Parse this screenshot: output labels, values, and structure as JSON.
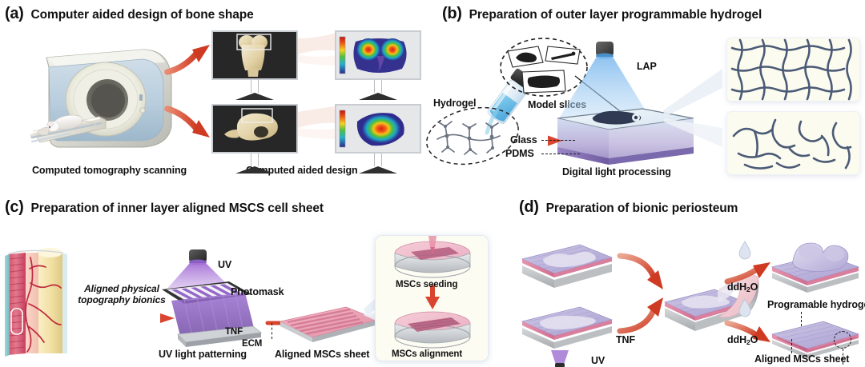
{
  "figure": {
    "panels": [
      {
        "id": "a",
        "letter": "(a)",
        "title": "Computer aided design of bone shape",
        "labels": {
          "scanner": "Computed tomography scanning",
          "cad": "Computed aided design"
        }
      },
      {
        "id": "b",
        "letter": "(b)",
        "title": "Preparation of outer layer programmable hydrogel",
        "labels": {
          "hydrogel": "Hydrogel",
          "model_slices": "Model slices",
          "lap": "LAP",
          "glass": "Glass",
          "pdms": "PDMS",
          "dlp": "Digital light processing"
        }
      },
      {
        "id": "c",
        "letter": "(c)",
        "title": "Preparation of inner layer aligned MSCS cell sheet",
        "labels": {
          "bionics_line1": "Aligned physical",
          "bionics_line2": "topography bionics",
          "uv": "UV",
          "photomask": "Photomask",
          "uv_patterning": "UV light patterning",
          "tnf": "TNF",
          "ecm": "ECM",
          "aligned_sheet": "Aligned MSCs sheet",
          "seeding": "MSCs seeding",
          "alignment": "MSCs alignment"
        }
      },
      {
        "id": "d",
        "letter": "(d)",
        "title": "Preparation of bionic periosteum",
        "labels": {
          "tnf": "TNF",
          "uv": "UV",
          "ddh2o_top_pre": "ddH",
          "ddh2o_sub": "2",
          "ddh2o_post": "O",
          "ddh2o_top": "ddH2O",
          "ddh2o_bottom": "ddH2O",
          "programmable_hydrogel": "Programable hydrogel",
          "aligned_sheet": "Aligned MSCs sheet"
        }
      }
    ]
  },
  "colors": {
    "arrow_red": "#d9452f",
    "arrow_red_light": "#e6775c",
    "hydrogel_blue": "#4aa8e0",
    "uv_purple": "#8b5fc4",
    "network_navy": "#46536e",
    "msc_pink": "#e48aa0",
    "hydrogel_violet": "#b3abd9",
    "bone_cream": "#e3d5a8",
    "heat_red": "#e02020",
    "heat_blue": "#2b2b9e"
  }
}
